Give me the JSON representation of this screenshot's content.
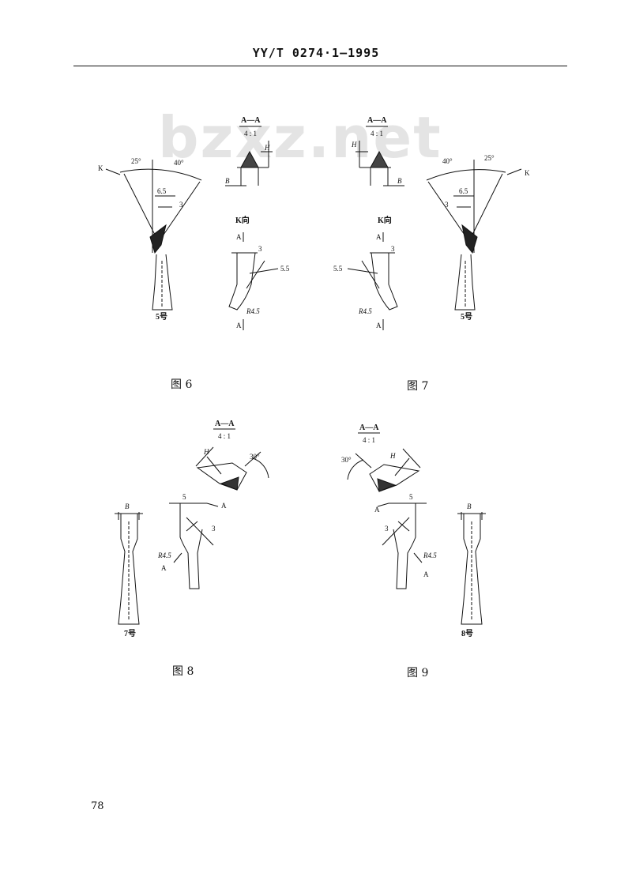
{
  "header": {
    "standard_code": "YY/T 0274·1—1995"
  },
  "watermark": {
    "text": "bzxz.net"
  },
  "page_number": "78",
  "figures": {
    "fig6": {
      "caption": "图 6",
      "tool_label": "5号",
      "view_label": "K向",
      "section_title": "A—A",
      "section_scale": "4 : 1",
      "labels": {
        "k": "K",
        "angle_left": "25°",
        "angle_right": "40°",
        "dim_65": "6.5",
        "dim_3a": "3",
        "dim_3b": "3",
        "dim_55": "5.5",
        "radius": "R4.5",
        "h": "H",
        "b": "B",
        "a_top": "A",
        "a_bottom": "A"
      }
    },
    "fig7": {
      "caption": "图 7",
      "tool_label": "5号",
      "view_label": "K向",
      "section_title": "A—A",
      "section_scale": "4 : 1",
      "labels": {
        "k": "K",
        "angle_left": "40°",
        "angle_right": "25°",
        "dim_65": "6.5",
        "dim_3a": "3",
        "dim_3b": "3",
        "dim_55": "5.5",
        "radius": "R4.5",
        "h": "H",
        "b": "B",
        "a_top": "A",
        "a_bottom": "A"
      }
    },
    "fig8": {
      "caption": "图 8",
      "tool_label": "7号",
      "section_title": "A—A",
      "section_scale": "4 : 1",
      "labels": {
        "b": "B",
        "h": "H",
        "angle": "30°",
        "dim_5": "5",
        "dim_3": "3",
        "radius": "R4.5",
        "a1": "A",
        "a2": "A"
      }
    },
    "fig9": {
      "caption": "图 9",
      "tool_label": "8号",
      "section_title": "A—A",
      "section_scale": "4 : 1",
      "labels": {
        "b": "B",
        "h": "H",
        "angle": "30°",
        "dim_5": "5",
        "dim_3": "3",
        "radius": "R4.5",
        "a1": "A",
        "a2": "A"
      }
    }
  }
}
